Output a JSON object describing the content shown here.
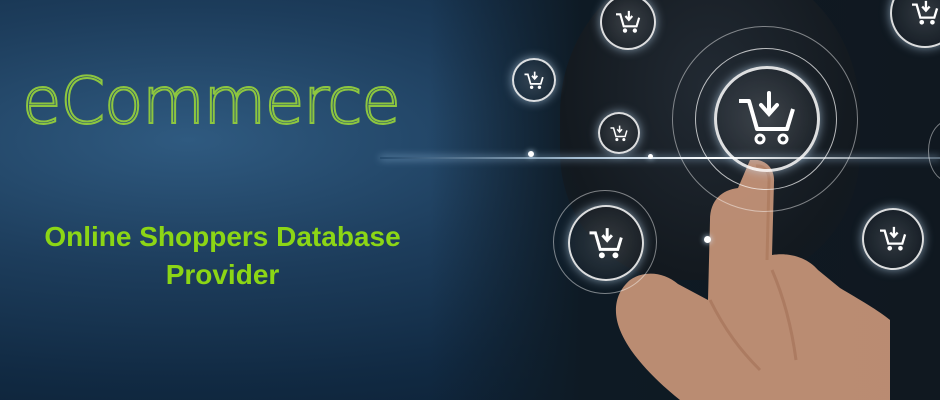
{
  "banner": {
    "title": "eCommerce",
    "subtitle_line1": "Online Shoppers Database",
    "subtitle_line2": "Provider"
  },
  "colors": {
    "title_outline": "#8dc63f",
    "subtitle": "#8cd615",
    "background": "#1d3d5c"
  },
  "icons": [
    "shopping-cart-download-icon"
  ]
}
